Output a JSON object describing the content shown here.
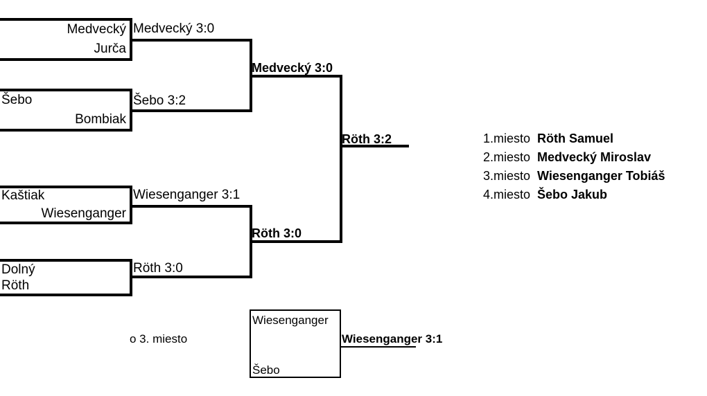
{
  "bracket": {
    "round1": [
      {
        "id": "r1-m1",
        "players": [
          {
            "name": "Medvecký",
            "align": "right"
          },
          {
            "name": "Jurča",
            "align": "right"
          }
        ]
      },
      {
        "id": "r1-m2",
        "players": [
          {
            "name": "Šebo",
            "align": "left"
          },
          {
            "name": "Bombiak",
            "align": "right"
          }
        ]
      },
      {
        "id": "r1-m3",
        "players": [
          {
            "name": "Kaštiak",
            "align": "left"
          },
          {
            "name": "Wiesenganger",
            "align": "right"
          }
        ]
      },
      {
        "id": "r1-m4",
        "players": [
          {
            "name": "Dolný",
            "align": "left"
          },
          {
            "name": "Röth",
            "align": "left"
          }
        ]
      }
    ],
    "round2_labels": [
      {
        "id": "r2-l1",
        "text": "Medvecký 3:0"
      },
      {
        "id": "r2-l2",
        "text": "Šebo 3:2"
      },
      {
        "id": "r2-l3",
        "text": "Wiesenganger 3:1"
      },
      {
        "id": "r2-l4",
        "text": "Röth 3:0"
      }
    ],
    "semifinal_labels": [
      {
        "id": "sf-l1",
        "text": "Medvecký 3:0"
      },
      {
        "id": "sf-l2",
        "text": "Röth 3:0"
      }
    ],
    "final_label": {
      "id": "final",
      "text": "Röth 3:2"
    }
  },
  "consolation": {
    "note": "o 3. miesto",
    "players": [
      {
        "name": "Wiesenganger"
      },
      {
        "name": "Šebo"
      }
    ],
    "winner": "Wiesenganger 3:1"
  },
  "standings": {
    "rows": [
      {
        "place": "1.miesto",
        "name": "Röth Samuel"
      },
      {
        "place": "2.miesto",
        "name": "Medvecký Miroslav"
      },
      {
        "place": "3.miesto",
        "name": "Wiesenganger Tobiáš"
      },
      {
        "place": "4.miesto",
        "name": "Šebo Jakub"
      }
    ]
  },
  "colors": {
    "line": "#000000",
    "text": "#000000",
    "background": "#ffffff"
  }
}
